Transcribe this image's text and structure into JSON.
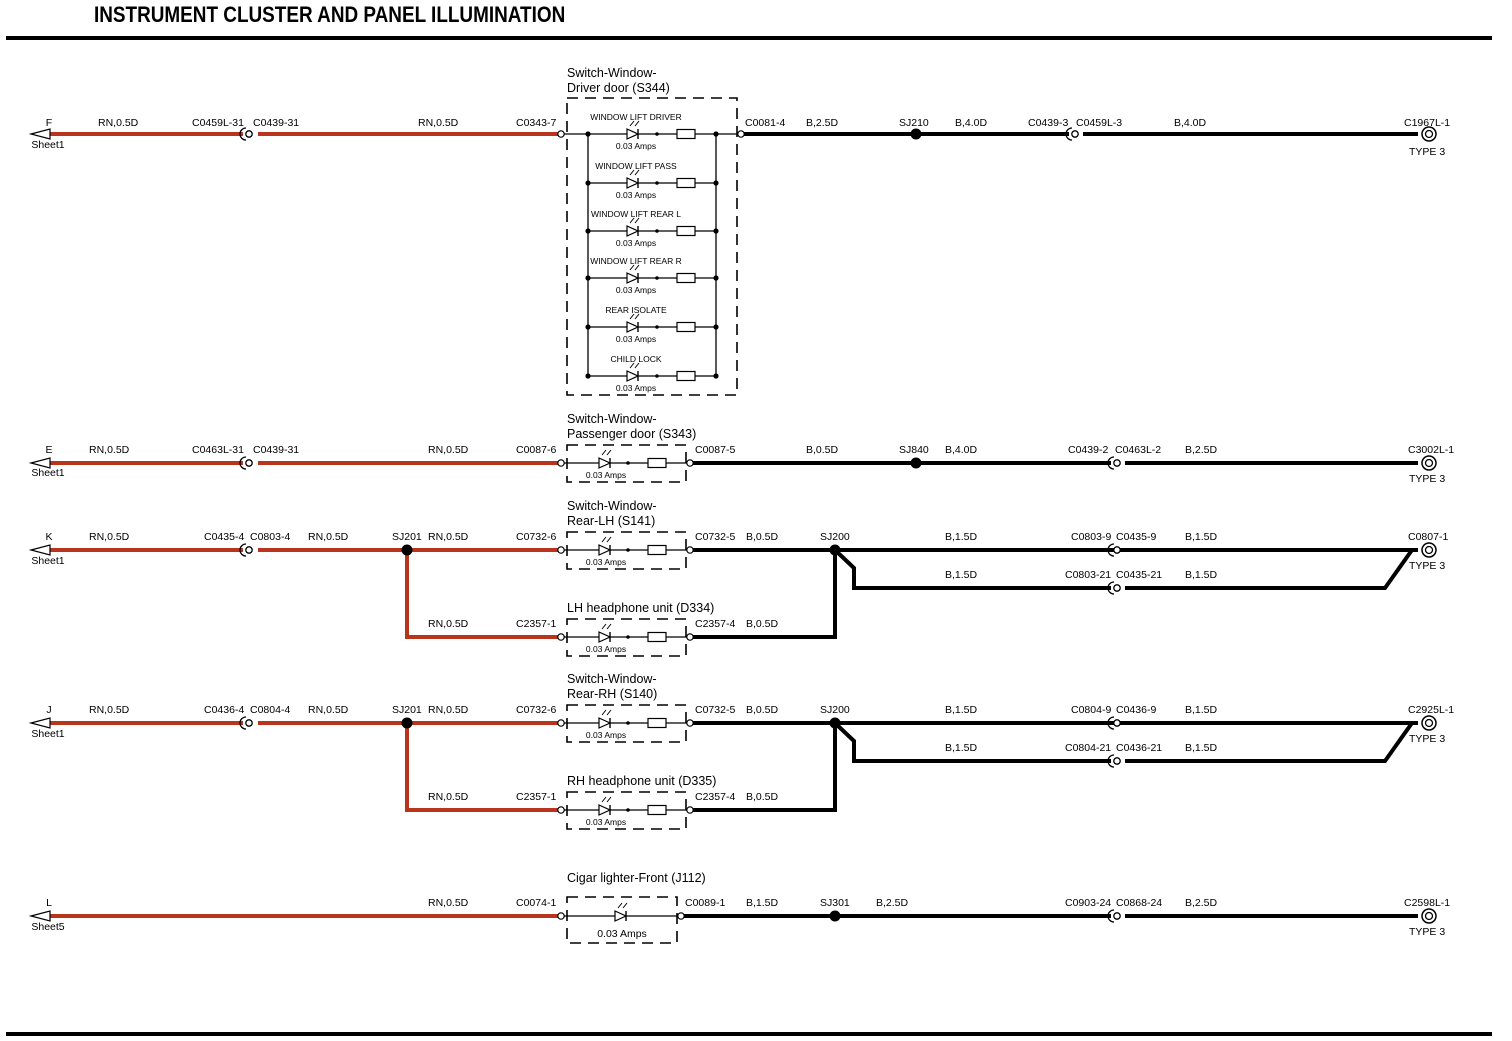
{
  "title": "INSTRUMENT CLUSTER AND PANEL ILLUMINATION",
  "colors": {
    "red_wire": "#b8341a",
    "black_wire": "#000000"
  },
  "circuits": {
    "f": {
      "origin": "F",
      "origin_sheet": "Sheet1",
      "w1": "RN,0.5D",
      "c1a": "C0459L-31",
      "c1b": "C0439-31",
      "w2": "RN,0.5D",
      "pin_in": "C0343-7",
      "component": [
        "Switch-Window-",
        "Driver door (S344)"
      ],
      "lamps": [
        "WINDOW LIFT DRIVER",
        "WINDOW LIFT PASS",
        "WINDOW LIFT REAR L",
        "WINDOW LIFT REAR R",
        "REAR ISOLATE",
        "CHILD LOCK"
      ],
      "amps": "0.03 Amps",
      "pin_out": "C0081-4",
      "w3": "B,2.5D",
      "splice": "SJ210",
      "w4": "B,4.0D",
      "c2a": "C0439-3",
      "c2b": "C0459L-3",
      "w5": "B,4.0D",
      "ground": "C1967L-1",
      "ground_type": "TYPE 3"
    },
    "e": {
      "origin": "E",
      "origin_sheet": "Sheet1",
      "w1": "RN,0.5D",
      "c1a": "C0463L-31",
      "c1b": "C0439-31",
      "w2": "RN,0.5D",
      "pin_in": "C0087-6",
      "component": [
        "Switch-Window-",
        "Passenger door (S343)"
      ],
      "amps": "0.03 Amps",
      "pin_out": "C0087-5",
      "w3": "B,0.5D",
      "splice": "SJ840",
      "w4": "B,4.0D",
      "c2a": "C0439-2",
      "c2b": "C0463L-2",
      "w5": "B,2.5D",
      "ground": "C3002L-1",
      "ground_type": "TYPE 3"
    },
    "k": {
      "origin": "K",
      "origin_sheet": "Sheet1",
      "w1": "RN,0.5D",
      "c1a": "C0435-4",
      "c1b": "C0803-4",
      "w2": "RN,0.5D",
      "splice_in": "SJ201",
      "w3": "RN,0.5D",
      "pin_in": "C0732-6",
      "component": [
        "Switch-Window-",
        "Rear-LH (S141)"
      ],
      "amps": "0.03 Amps",
      "pin_out": "C0732-5",
      "w4": "B,0.5D",
      "splice_out": "SJ200",
      "up_w1": "B,1.5D",
      "up_ca": "C0803-9",
      "up_cb": "C0435-9",
      "up_w2": "B,1.5D",
      "lo_w1": "B,1.5D",
      "lo_ca": "C0803-21",
      "lo_cb": "C0435-21",
      "lo_w2": "B,1.5D",
      "ground": "C0807-1",
      "ground_type": "TYPE 3",
      "sub_w_in": "RN,0.5D",
      "sub_pin_in": "C2357-1",
      "sub_component": "LH headphone unit (D334)",
      "sub_amps": "0.03 Amps",
      "sub_pin_out": "C2357-4",
      "sub_w_out": "B,0.5D"
    },
    "j": {
      "origin": "J",
      "origin_sheet": "Sheet1",
      "w1": "RN,0.5D",
      "c1a": "C0436-4",
      "c1b": "C0804-4",
      "w2": "RN,0.5D",
      "splice_in": "SJ201",
      "w3": "RN,0.5D",
      "pin_in": "C0732-6",
      "component": [
        "Switch-Window-",
        "Rear-RH (S140)"
      ],
      "amps": "0.03 Amps",
      "pin_out": "C0732-5",
      "w4": "B,0.5D",
      "splice_out": "SJ200",
      "up_w1": "B,1.5D",
      "up_ca": "C0804-9",
      "up_cb": "C0436-9",
      "up_w2": "B,1.5D",
      "lo_w1": "B,1.5D",
      "lo_ca": "C0804-21",
      "lo_cb": "C0436-21",
      "lo_w2": "B,1.5D",
      "ground": "C2925L-1",
      "ground_type": "TYPE 3",
      "sub_w_in": "RN,0.5D",
      "sub_pin_in": "C2357-1",
      "sub_component": "RH headphone unit (D335)",
      "sub_amps": "0.03 Amps",
      "sub_pin_out": "C2357-4",
      "sub_w_out": "B,0.5D"
    },
    "l": {
      "origin": "L",
      "origin_sheet": "Sheet5",
      "w1": "RN,0.5D",
      "pin_in": "C0074-1",
      "component": "Cigar lighter-Front (J112)",
      "amps": "0.03 Amps",
      "pin_out": "C0089-1",
      "w2": "B,1.5D",
      "splice": "SJ301",
      "w3": "B,2.5D",
      "c2a": "C0903-24",
      "c2b": "C0868-24",
      "w4": "B,2.5D",
      "ground": "C2598L-1",
      "ground_type": "TYPE 3"
    }
  }
}
